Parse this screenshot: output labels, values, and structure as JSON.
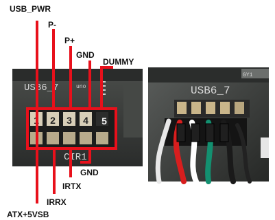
{
  "labels": {
    "usb_pwr": "USB_PWR",
    "p_minus": "P-",
    "p_plus": "P+",
    "gnd_top": "GND",
    "dummy": "DUMMY",
    "gnd_bottom": "GND",
    "irtx": "IRTX",
    "irrx": "IRRX",
    "atx_5vsb": "ATX+5VSB"
  },
  "left_photo": {
    "header_silkscreen": "USB6_7",
    "cir_silkscreen": "CIR1",
    "side_mark": "uno",
    "pin_numbers": [
      "1",
      "2",
      "3",
      "4",
      "5"
    ]
  },
  "right_photo": {
    "header_silkscreen": "USB6_7",
    "corner_mark": "GY1",
    "wire_colors": [
      "#e8e8e8",
      "#d81e1e",
      "#ffffff",
      "#139070",
      "#1a1a1a"
    ]
  },
  "colors": {
    "callout_red": "#e8101b",
    "pcb_dark": "#3a3d3a",
    "pin_tan": "#c9b58a"
  }
}
